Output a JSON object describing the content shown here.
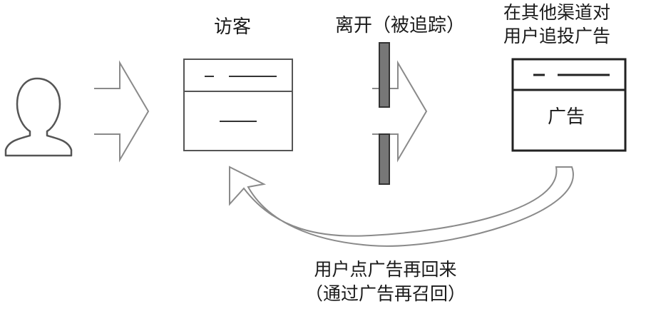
{
  "labels": {
    "visitor": "访客",
    "leave": "离开（被追踪）",
    "retarget_line1": "在其他渠道对",
    "retarget_line2": "用户追投广告",
    "ad": "广告",
    "return_line1": "用户点广告再回来",
    "return_line2": "（通过广告再召回）"
  },
  "icons": [
    "user-icon",
    "arrow-right-icon",
    "browser-window-icon",
    "barrier-icon",
    "curved-arrow-icon"
  ],
  "colors": {
    "stroke": "#555555",
    "light_stroke": "#8a8a8a",
    "barrier_fill": "#777777",
    "text": "#1a1a1a"
  }
}
